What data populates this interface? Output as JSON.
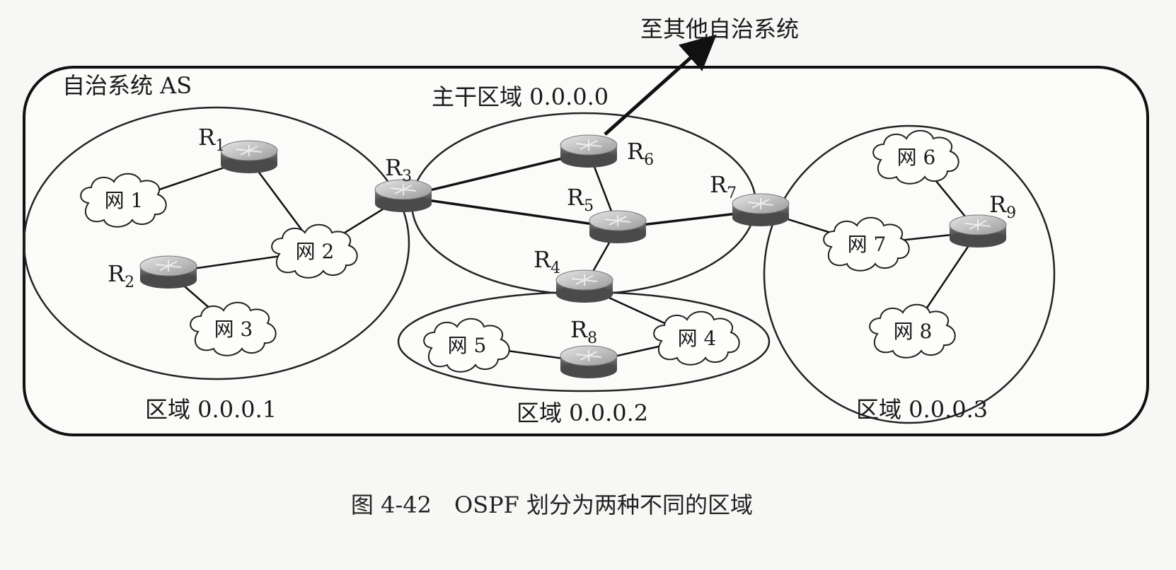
{
  "diagram": {
    "as_label": "自治系统 AS",
    "external_label": "至其他自治系统",
    "caption": "图 4-42　OSPF 划分为两种不同的区域",
    "areas": {
      "backbone": "主干区域 0.0.0.0",
      "area1": "区域 0.0.0.1",
      "area2": "区域 0.0.0.2",
      "area3": "区域 0.0.0.3"
    },
    "routers": {
      "r1": {
        "name": "R",
        "sub": "1"
      },
      "r2": {
        "name": "R",
        "sub": "2"
      },
      "r3": {
        "name": "R",
        "sub": "3"
      },
      "r4": {
        "name": "R",
        "sub": "4"
      },
      "r5": {
        "name": "R",
        "sub": "5"
      },
      "r6": {
        "name": "R",
        "sub": "6"
      },
      "r7": {
        "name": "R",
        "sub": "7"
      },
      "r8": {
        "name": "R",
        "sub": "8"
      },
      "r9": {
        "name": "R",
        "sub": "9"
      }
    },
    "networks": {
      "n1": "网 1",
      "n2": "网 2",
      "n3": "网 3",
      "n4": "网 4",
      "n5": "网 5",
      "n6": "网 6",
      "n7": "网 7",
      "n8": "网 8"
    }
  }
}
